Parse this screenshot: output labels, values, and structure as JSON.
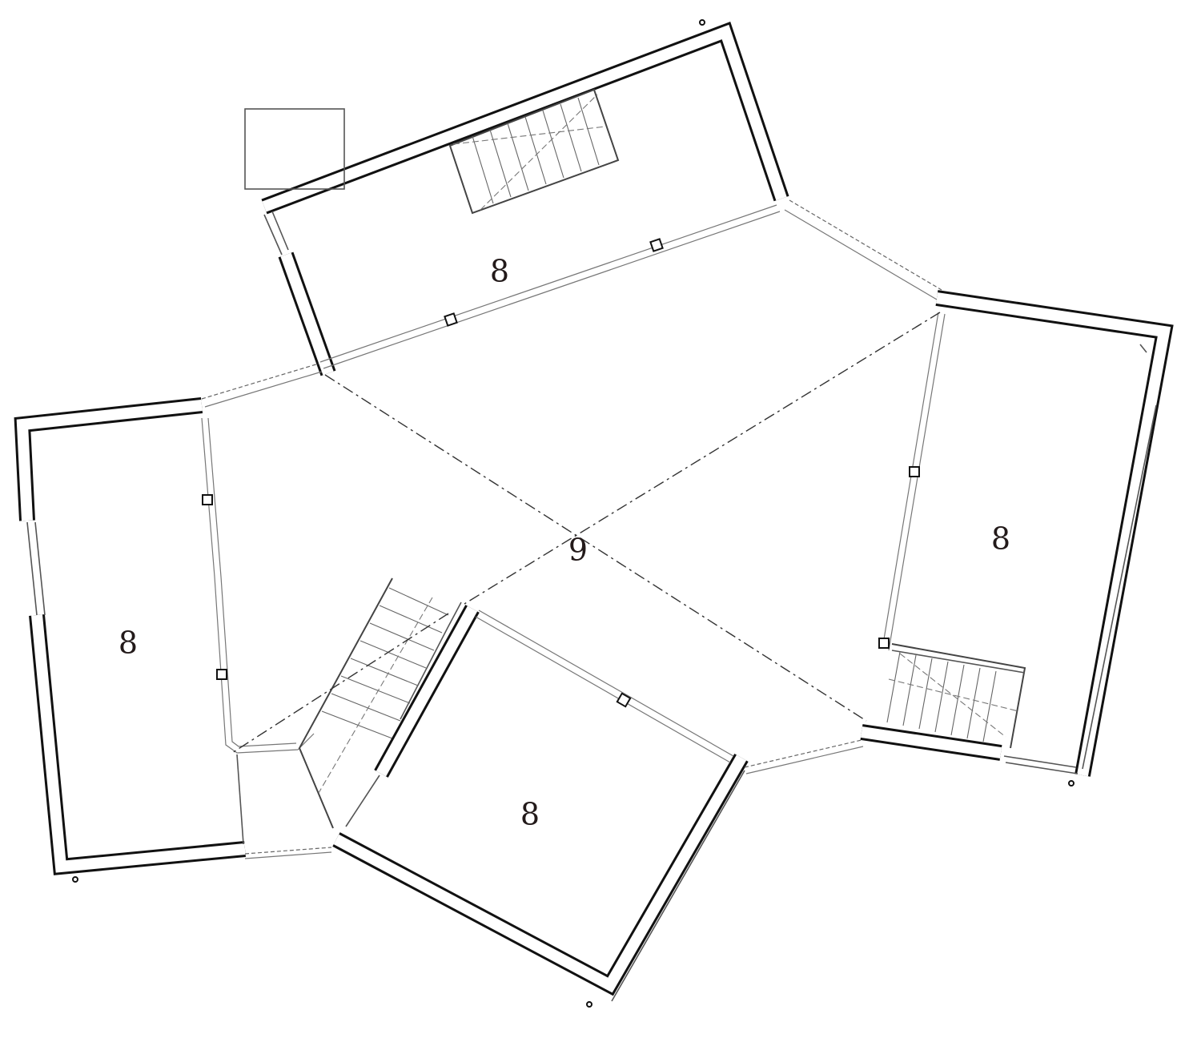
{
  "plan": {
    "rooms": [
      {
        "id": "room-top",
        "label": "8"
      },
      {
        "id": "room-left",
        "label": "8"
      },
      {
        "id": "room-right",
        "label": "8"
      },
      {
        "id": "room-bottom",
        "label": "8"
      }
    ],
    "central_space": {
      "label": "9"
    }
  }
}
